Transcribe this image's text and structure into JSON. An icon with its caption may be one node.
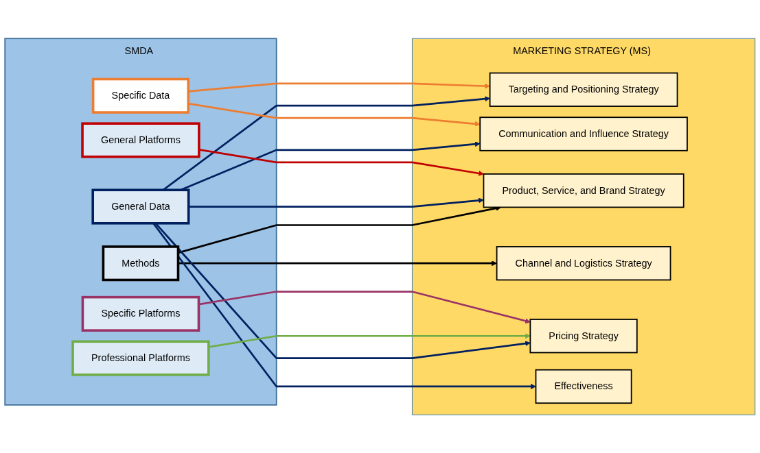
{
  "diagram": {
    "nodes": [
      {
        "text": [
          "SMDA"
        ]
      },
      {
        "text": [
          "Methods"
        ],
        "in": 0
      },
      {
        "text": [
          "General Data"
        ],
        "in": 0
      },
      {
        "text": [
          "Specific Data"
        ],
        "in": 0
      },
      {
        "text": [
          "General Platforms"
        ],
        "in": 0
      },
      {
        "text": [
          "Professional Platforms"
        ],
        "in": 0
      },
      {
        "text": [
          "Specific Platforms"
        ],
        "in": 0
      },
      {
        "text": [
          "MARKETING STRATEGY (MS)"
        ]
      },
      {
        "text": [
          "Targeting and Positioning Strategy"
        ],
        "in": 7
      },
      {
        "text": [
          "Communication and Influence Strategy"
        ],
        "in": 7
      },
      {
        "text": [
          "Product, Service, and Brand Strategy"
        ],
        "in": 7
      },
      {
        "text": [
          "Channel and Logistics Strategy"
        ],
        "in": 7
      },
      {
        "text": [
          "Pricing Strategy"
        ],
        "in": 7
      },
      {
        "text": [
          "Effectiveness"
        ],
        "in": 7
      }
    ],
    "edges": [
      {
        "from": 1,
        "to": 10,
        "arrow": "to",
        "color": "#000000"
      },
      {
        "from": 1,
        "to": 11,
        "arrow": "to",
        "color": "#000000"
      },
      {
        "from": 2,
        "to": 8,
        "arrow": "to"
      },
      {
        "from": 2,
        "to": 9,
        "arrow": "to"
      },
      {
        "from": 2,
        "to": 10,
        "arrow": "to"
      },
      {
        "from": 2,
        "to": 12,
        "arrow": "to"
      },
      {
        "from": 2,
        "to": 13,
        "arrow": "to"
      },
      {
        "from": 3,
        "to": 8,
        "arrow": "to",
        "color": "#ed7d31"
      },
      {
        "from": 3,
        "to": 9,
        "arrow": "to",
        "color": "#ed7d31"
      },
      {
        "from": 4,
        "to": 10,
        "arrow": "to",
        "color": "#c00000"
      },
      {
        "from": 5,
        "to": 12,
        "arrow": "to",
        "color": "#70ad47"
      },
      {
        "from": 6,
        "to": 12,
        "arrow": "to",
        "color": "#993366"
      }
    ]
  }
}
